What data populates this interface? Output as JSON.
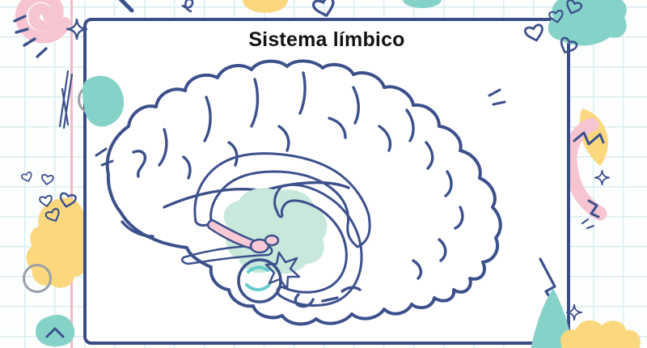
{
  "page": {
    "title": "Sistema límbico",
    "style": "hand-drawn notebook slide"
  },
  "colors": {
    "ink": "#3C508C",
    "card_border": "#3A4E85",
    "title_text": "#131313",
    "pink": "#F7C5D1",
    "pink_band": "#F9CAD6",
    "yellow_band": "#F2CE63",
    "yellow_blob": "#FBD87E",
    "teal": "#41BFBD",
    "teal_blob": "#85D2C9",
    "teal_light": "#63CDCB",
    "mint": "#C9E8DC",
    "grid_line": "#DAEDF1",
    "margin_line": "#F5B9C6",
    "gray_circle": "#9AA0A9",
    "paper": "#FDFEFE",
    "card_bg": "#FFFFFF"
  },
  "diagram": {
    "name": "limbic-system-sagittal-brain",
    "structures": [
      {
        "id": "cerebrum-outline",
        "fill": "#FFFFFF",
        "stroke": "#3C508C"
      },
      {
        "id": "cingulate-corpus-callosum-band",
        "fill": "#F9CAD6"
      },
      {
        "id": "olfactory-tract-strip",
        "fill": "#F9CAD6"
      },
      {
        "id": "fornix-hippocampus-band",
        "fill": "#F2CE63"
      },
      {
        "id": "thalamus-region",
        "fill": "#C9E8DC"
      },
      {
        "id": "amygdala-body",
        "fill": "#41BFBD"
      },
      {
        "id": "hypothalamus-star",
        "fill": "#FFFFFF"
      }
    ]
  },
  "decorations": [
    "pink-spiral",
    "sun-rays",
    "sparkle-diamond",
    "scribble-lines",
    "gray-circle",
    "teal-blob",
    "yellow-cloud",
    "heart",
    "pen-tick",
    "e-squiggle",
    "teal-cloud",
    "yellow-crescent",
    "pink-arc-zigzag",
    "lightning-bolt",
    "grid-margin-line"
  ]
}
